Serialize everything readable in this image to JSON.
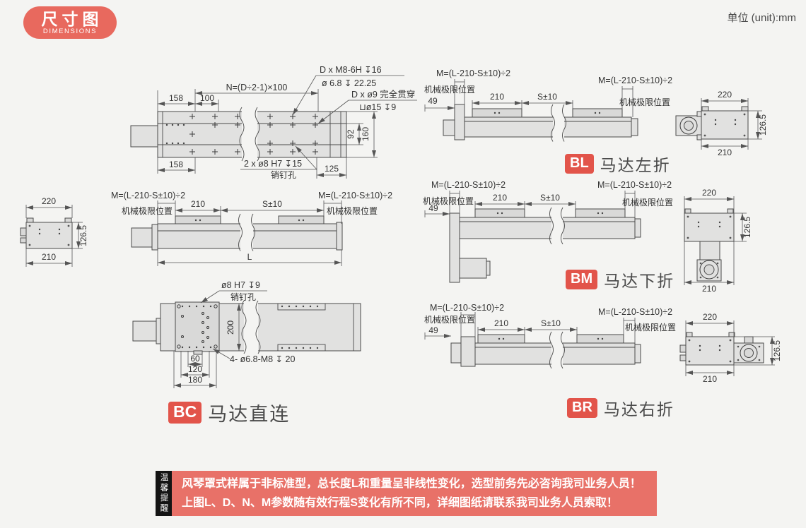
{
  "header": {
    "badge_title": "尺寸图",
    "badge_subtitle": "DIMENSIONS",
    "unit": "单位 (unit):mm"
  },
  "colors": {
    "accent_red": "#e8695e",
    "badge_red": "#e2544a",
    "warning_bg": "#e87168",
    "warning_tab_bg": "#141414",
    "drawing_fill": "#e1e1e0"
  },
  "top_view": {
    "n_formula": "N=(D÷2-1)×100",
    "dim_158_top": "158",
    "dim_100": "100",
    "dim_158_bottom": "158",
    "dim_125": "125",
    "dim_92": "92",
    "dim_160": "160",
    "callout_thread": "D x M8-6H ↧16",
    "callout_drill": "ø 6.8 ↧ 22.25",
    "callout_through": "D x ø9 完全贯穿",
    "callout_cbore": "⊔ø15 ↧9",
    "callout_pin": "2 x ø8 H7 ↧15",
    "pin_hole_label": "销钉孔"
  },
  "bc": {
    "badge": "BC",
    "label": "马达直连",
    "side": {
      "m_left": "M=(L-210-S±10)÷2",
      "limit_left": "机械极限位置",
      "dim_210": "210",
      "dim_s": "S±10",
      "m_right": "M=(L-210-S±10)÷2",
      "limit_right": "机械极限位置",
      "dim_l": "L"
    },
    "end": {
      "dim_220": "220",
      "dim_126": "126.5",
      "dim_210": "210"
    },
    "bottom": {
      "callout_pin": "ø8 H7 ↧9",
      "pin_hole_label": "销钉孔",
      "dim_200": "200",
      "dim_60": "60",
      "dim_120": "120",
      "dim_180": "180",
      "callout_bolt": "4- ø6.8-M8 ↧ 20"
    }
  },
  "bl": {
    "badge": "BL",
    "label": "马达左折",
    "side": {
      "m_left": "M=(L-210-S±10)÷2",
      "limit_left": "机械极限位置",
      "dim_49": "49",
      "dim_210": "210",
      "dim_s": "S±10",
      "m_right": "M=(L-210-S±10)÷2",
      "limit_right": "机械极限位置"
    },
    "end": {
      "dim_220": "220",
      "dim_126": "126.5",
      "dim_210": "210"
    }
  },
  "bm": {
    "badge": "BM",
    "label": "马达下折",
    "side": {
      "m_left": "M=(L-210-S±10)÷2",
      "limit_left": "机械极限位置",
      "dim_49": "49",
      "dim_210": "210",
      "dim_s": "S±10",
      "m_right": "M=(L-210-S±10)÷2",
      "limit_right": "机械极限位置"
    },
    "end": {
      "dim_220": "220",
      "dim_126": "126.5",
      "dim_210": "210"
    }
  },
  "br": {
    "badge": "BR",
    "label": "马达右折",
    "side": {
      "m_left": "M=(L-210-S±10)÷2",
      "limit_left": "机械极限位置",
      "dim_49": "49",
      "dim_210": "210",
      "dim_s": "S±10",
      "m_right": "M=(L-210-S±10)÷2",
      "limit_right": "机械极限位置"
    },
    "end": {
      "dim_220": "220",
      "dim_126": "126.5",
      "dim_210": "210"
    }
  },
  "warning": {
    "tab": "温馨提醒",
    "line1": "风琴罩式样属于非标准型，总长度L和重量呈非线性变化，选型前务先必咨询我司业务人员！",
    "line2": "上图L、D、N、M参数随有效行程S变化有所不同，详细图纸请联系我司业务人员索取！"
  }
}
